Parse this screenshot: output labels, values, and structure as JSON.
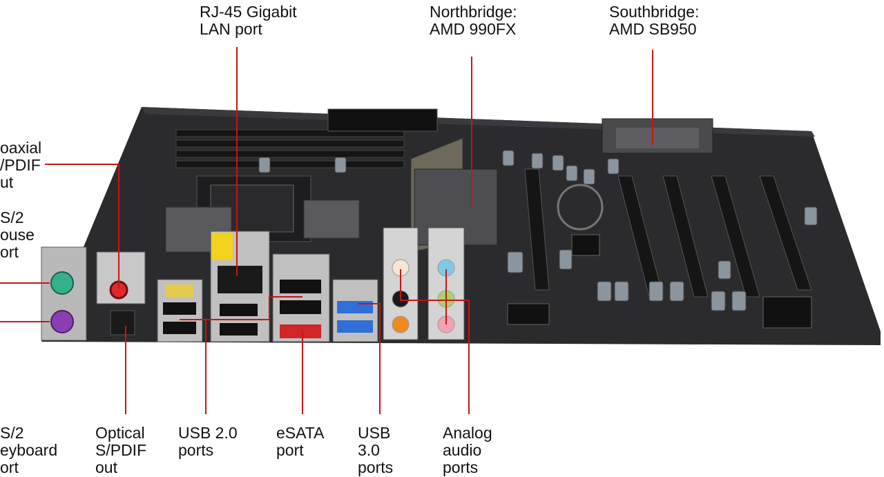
{
  "colors": {
    "leader_line": "#c81414",
    "board": "#2a2a2c",
    "io_shield": "#b9b9b9",
    "accent_yellow": "#f2d21a",
    "usb3_blue": "#2f6fd6",
    "esata_red": "#d02626",
    "ps2_mouse": "#36b08a",
    "ps2_keyboard": "#8a3fb0",
    "audio_orange": "#f08a1c",
    "audio_blue": "#7fc9e8"
  },
  "labels": {
    "rj45": [
      "RJ-45 Gigabit",
      "LAN port"
    ],
    "northbridge": [
      "Northbridge:",
      "AMD 990FX"
    ],
    "southbridge": [
      "Southbridge:",
      "AMD SB950"
    ],
    "coaxial": [
      "oaxial",
      "/PDIF",
      "ut"
    ],
    "ps2_mouse": [
      "S/2",
      "ouse",
      "ort"
    ],
    "ps2_keyboard": [
      "S/2",
      "eyboard",
      "ort"
    ],
    "optical": [
      "Optical",
      "S/PDIF",
      "out"
    ],
    "usb2": [
      "USB 2.0",
      "ports"
    ],
    "esata": [
      "eSATA",
      "port"
    ],
    "usb3": [
      "USB",
      "3.0",
      "ports"
    ],
    "audio": [
      "Analog",
      "audio",
      "ports"
    ]
  }
}
